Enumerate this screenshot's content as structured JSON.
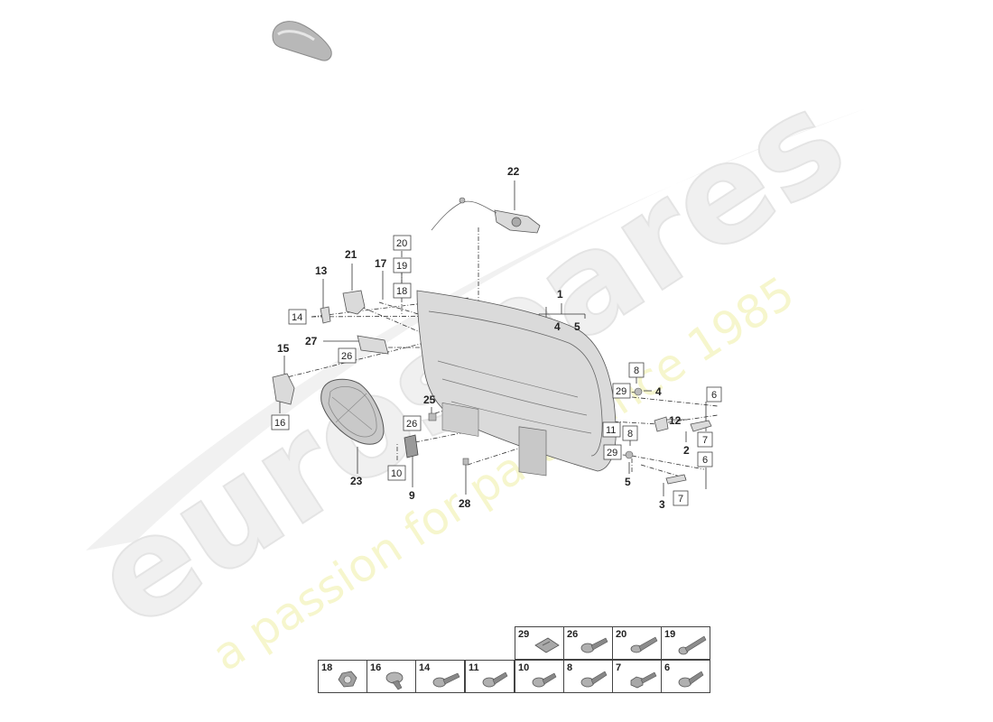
{
  "watermark": {
    "brand": "eurospares",
    "tagline": "a passion for parts since 1985"
  },
  "callouts": {
    "c1": "1",
    "c4a": "4",
    "c5a": "5",
    "c22": "22",
    "c21": "21",
    "c13": "13",
    "c17": "17",
    "c27": "27",
    "c15": "15",
    "c25": "25",
    "c23": "23",
    "c9": "9",
    "c28": "28",
    "c4b": "4",
    "c12": "12",
    "c2": "2",
    "c5b": "5",
    "c3": "3"
  },
  "boxed": {
    "b20": "20",
    "b19": "19",
    "b18": "18",
    "b14": "14",
    "b26a": "26",
    "b16": "16",
    "b26b": "26",
    "b10": "10",
    "b8a": "8",
    "b29a": "29",
    "b6a": "6",
    "b11": "11",
    "b7a": "7",
    "b8b": "8",
    "b29b": "29",
    "b6b": "6",
    "b7b": "7"
  },
  "legend": {
    "top_row": [
      "29",
      "26",
      "20",
      "19"
    ],
    "bottom_row": [
      "18",
      "16",
      "14",
      "11",
      "10",
      "8",
      "7",
      "6"
    ]
  }
}
